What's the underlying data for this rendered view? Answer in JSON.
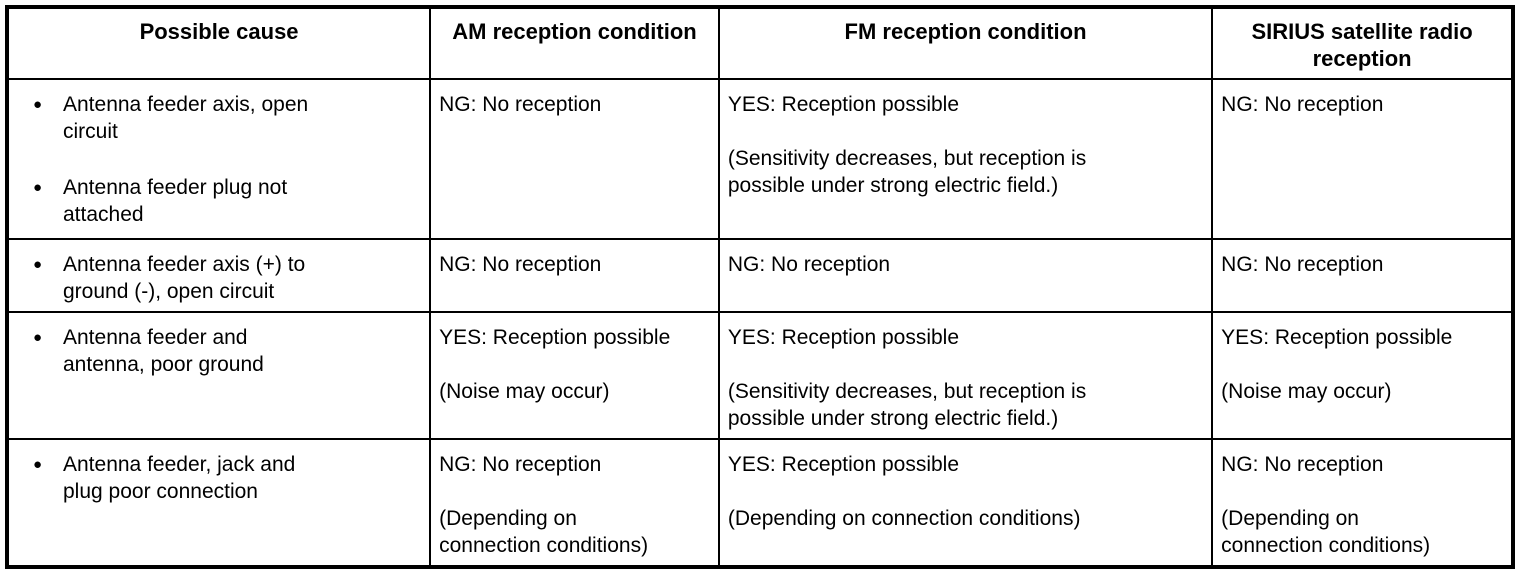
{
  "table": {
    "bullet_icon": "●",
    "colors": {
      "border": "#000000",
      "text": "#000000",
      "background": "#ffffff"
    },
    "headers": [
      {
        "label": "Possible cause"
      },
      {
        "label": "AM reception condition"
      },
      {
        "label": "FM reception condition"
      },
      {
        "label": "SIRIUS satellite radio\nreception"
      }
    ],
    "rows": [
      {
        "causes": [
          "Antenna feeder axis, open\ncircuit",
          "Antenna feeder plug not\nattached"
        ],
        "am": [
          "NG: No reception"
        ],
        "fm": [
          "YES: Reception possible",
          "(Sensitivity decreases, but reception is\npossible under strong electric field.)"
        ],
        "sirius": [
          "NG: No reception"
        ]
      },
      {
        "causes": [
          "Antenna feeder axis (+) to\nground (-), open circuit"
        ],
        "am": [
          "NG: No reception"
        ],
        "fm": [
          "NG: No reception"
        ],
        "sirius": [
          "NG: No reception"
        ]
      },
      {
        "causes": [
          "Antenna feeder and\nantenna, poor ground"
        ],
        "am": [
          "YES: Reception possible",
          "(Noise may occur)"
        ],
        "fm": [
          "YES: Reception possible",
          "(Sensitivity decreases, but reception is\npossible under strong electric field.)"
        ],
        "sirius": [
          "YES: Reception possible",
          "(Noise may occur)"
        ]
      },
      {
        "causes": [
          "Antenna feeder, jack and\nplug poor connection"
        ],
        "am": [
          "NG: No reception",
          "(Depending on\nconnection conditions)"
        ],
        "fm": [
          "YES: Reception possible",
          "(Depending on connection conditions)"
        ],
        "sirius": [
          "NG: No reception",
          "(Depending on\nconnection conditions)"
        ]
      }
    ]
  }
}
